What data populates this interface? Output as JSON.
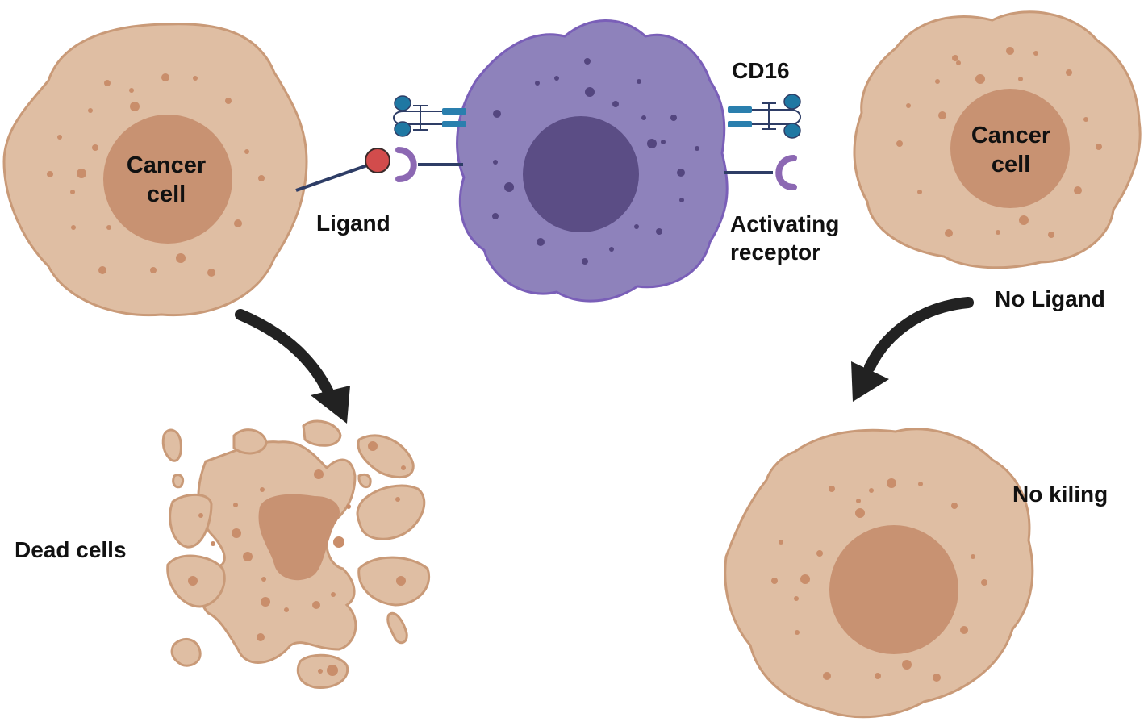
{
  "labels": {
    "cancer_cell_left_line1": "Cancer",
    "cancer_cell_left_line2": "cell",
    "cancer_cell_right_line1": "Cancer",
    "cancer_cell_right_line2": "cell",
    "ligand": "Ligand",
    "cd16": "CD16",
    "activating_receptor_line1": "Activating",
    "activating_receptor_line2": "receptor",
    "no_ligand": "No Ligand",
    "dead_cells": "Dead cells",
    "no_killing": "No kiling"
  },
  "colors": {
    "cancer_cytoplasm": "#dfbea3",
    "cancer_outline": "#c99a78",
    "cancer_nucleus": "#c89272",
    "cancer_granule": "#c98e6b",
    "nk_cytoplasm": "#8e82bb",
    "nk_outline": "#7a5fb8",
    "nk_nucleus": "#5b4d85",
    "nk_granule": "#54467f",
    "ligand_head": "#d24c4c",
    "ligand_stalk": "#2e3d66",
    "activating_receptor": "#8c68b3",
    "cd16_domain": "#1f78a3",
    "cd16_bar": "#2a7fae",
    "arrow": "#222222"
  },
  "icons": [
    "cancer-cell-icon",
    "nk-cell-icon",
    "ligand-icon",
    "activating-receptor-icon",
    "cd16-antibody-icon",
    "dead-cell-fragments-icon",
    "curved-arrow-icon"
  ]
}
